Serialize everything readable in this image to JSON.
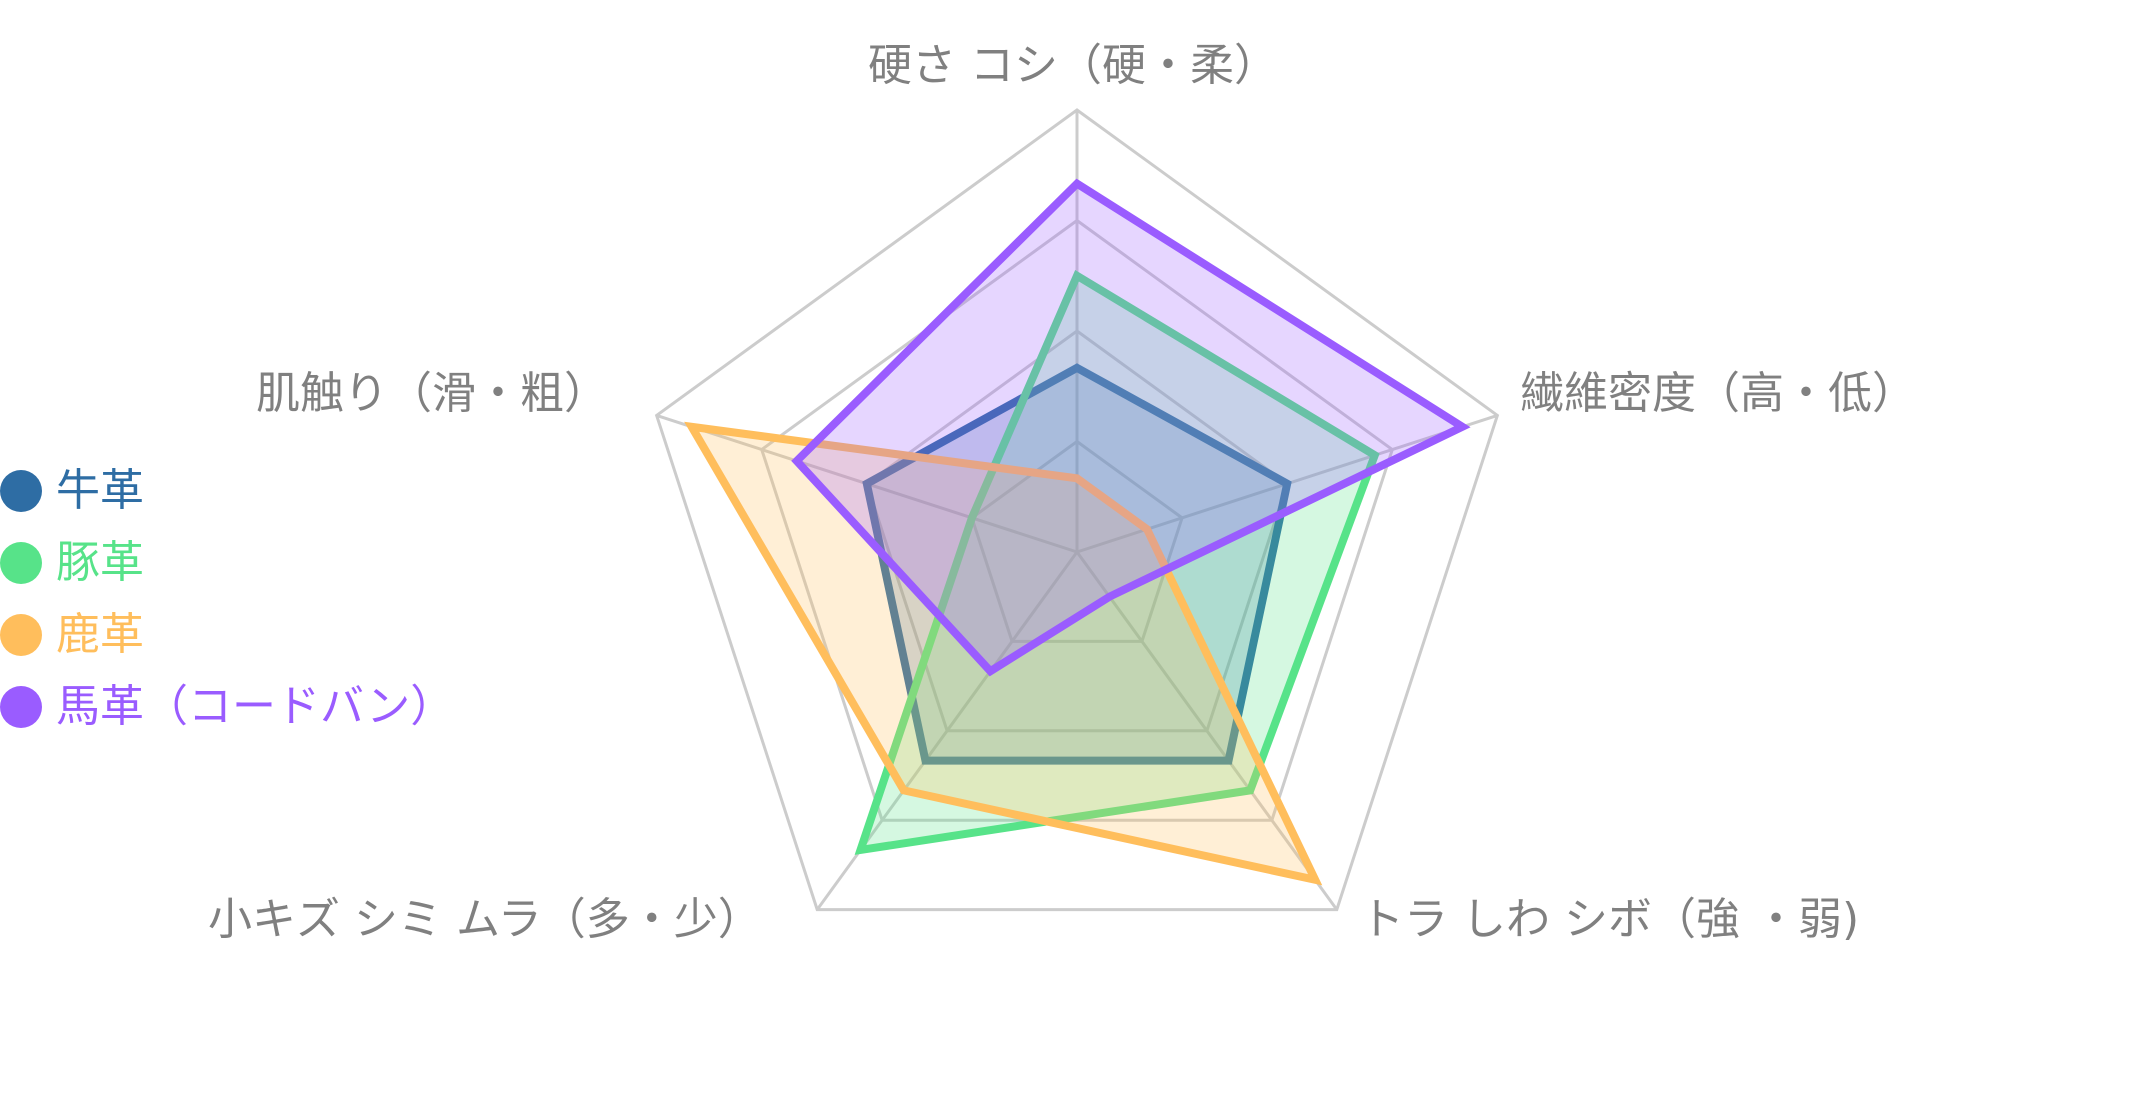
{
  "chart_data": {
    "type": "radar",
    "title": "",
    "axes": [
      "硬さ コシ（硬・柔）",
      "繊維密度（高・低）",
      "トラ しわ シボ（強 ・弱)",
      "小キズ シミ ムラ（多・少）",
      "肌触り（滑・粗）"
    ],
    "range": [
      0,
      12
    ],
    "grid_rings": 4,
    "grid": true,
    "legend_position": "left",
    "series": [
      {
        "name": "牛革",
        "color": "#2e6da4",
        "values": [
          5,
          6,
          7,
          7,
          6
        ]
      },
      {
        "name": "豚革",
        "color": "#57e389",
        "values": [
          7.5,
          8.5,
          8,
          10,
          3
        ]
      },
      {
        "name": "鹿革",
        "color": "#ffbe5c",
        "values": [
          2,
          2,
          11,
          8,
          11
        ]
      },
      {
        "name": "馬革（コードバン）",
        "color": "#9a5cff",
        "values": [
          10,
          11,
          1.5,
          4,
          8
        ]
      }
    ]
  },
  "legend": {
    "items": [
      {
        "label": "牛革",
        "color": "#2e6da4"
      },
      {
        "label": "豚革",
        "color": "#57e389"
      },
      {
        "label": "鹿革",
        "color": "#ffbe5c"
      },
      {
        "label": "馬革（コードバン）",
        "color": "#9a5cff"
      }
    ]
  },
  "colors": {
    "grid": "#cccccc",
    "axis_label": "#808080"
  }
}
